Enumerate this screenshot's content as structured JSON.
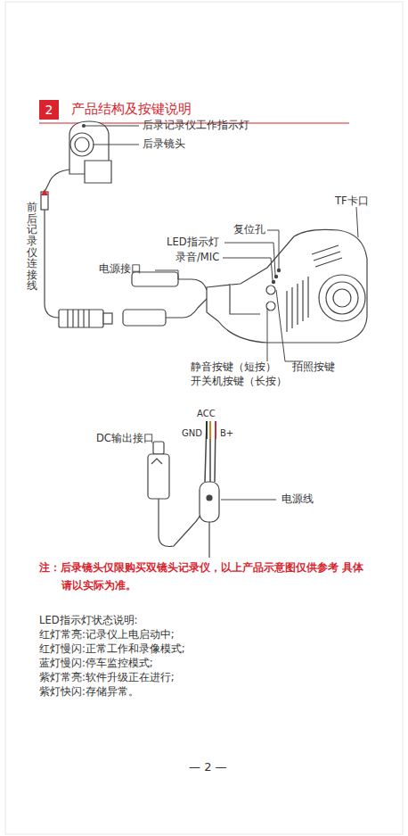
{
  "diagram": {
    "title": "产品结构及按键说明",
    "nodes": [
      {
        "text": [
          "2"
        ]
      }
    ],
    "labels": [
      "后录记录仪工作指示灯",
      "后录镜头",
      "前后记录仪连接线",
      "TF卡口",
      "复位孔",
      "LED指示灯",
      "录音/MIC",
      "电源接口",
      "静音按键（短按）",
      "开关机按键（长按）",
      "拍照按键",
      "ACC",
      "GND",
      "B+",
      "DC输出接口",
      "电源线",
      "注：后录镜头仅限购买双镜头记录仪，以上产品示意图仅供参考 具体请以实际为准。",
      "LED指示灯状态说明:",
      "红灯常亮:记录仪上电启动中;",
      "红灯慢闪:正常工作和录像模式;",
      "蓝灯慢闪:停车监控模式;",
      "紫灯常亮:软件升级正在进行;",
      "紫灯快闪:存储异常。",
      "— 2 —"
    ]
  }
}
